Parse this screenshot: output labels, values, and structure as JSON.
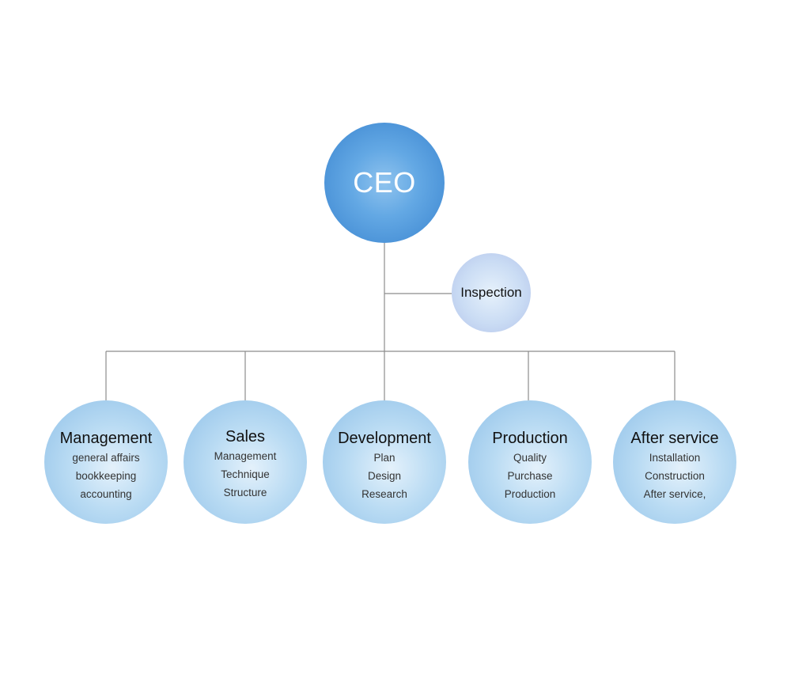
{
  "ceo": {
    "label": "CEO"
  },
  "inspection": {
    "label": "Inspection"
  },
  "departments": [
    {
      "title": "Management",
      "items": [
        "general affairs",
        "bookkeeping",
        "accounting"
      ]
    },
    {
      "title": "Sales",
      "items": [
        "Management",
        "Technique",
        "Structure"
      ]
    },
    {
      "title": "Development",
      "items": [
        "Plan",
        "Design",
        "Research"
      ]
    },
    {
      "title": "Production",
      "items": [
        "Quality",
        "Purchase",
        "Production"
      ]
    },
    {
      "title": "After service",
      "items": [
        "Installation",
        "Construction",
        "After service,"
      ]
    }
  ],
  "colors": {
    "ceo_fill": "#4a94d9",
    "department_fill": "#b9dbf3",
    "inspection_fill": "#cadcf4",
    "connector": "#8c8c8c"
  }
}
